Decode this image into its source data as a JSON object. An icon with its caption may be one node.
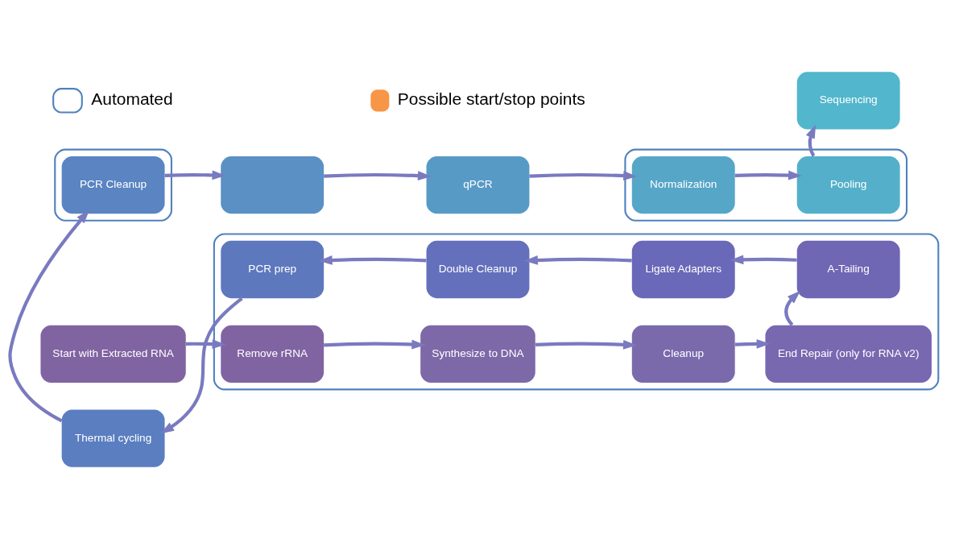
{
  "diagram": {
    "nodes": [
      {
        "text": [
          "Start with Extracted RNA"
        ]
      },
      {
        "text": [],
        "shape": "box"
      },
      {
        "text": [
          "Remove rRNA"
        ],
        "in": 1
      },
      {
        "text": [
          "Synthesize to DNA"
        ],
        "in": 1
      },
      {
        "text": [
          "Cleanup"
        ],
        "in": 1
      },
      {
        "text": [
          "End Repair (only for RNA v2)"
        ],
        "in": 1
      },
      {
        "text": [
          "Thermal cycling"
        ]
      },
      {
        "text": [
          "PCR prep"
        ],
        "in": 1
      },
      {
        "text": [
          "Double Cleanup"
        ],
        "in": 1
      },
      {
        "text": [
          "Ligate Adapters"
        ],
        "in": 1
      },
      {
        "text": [
          "A-Tailing"
        ],
        "in": 1
      },
      {
        "text": [],
        "shape": "box"
      },
      {
        "text": [
          "PCR Cleanup"
        ],
        "in": 11
      },
      {
        "text": [],
        "shape": "box"
      },
      {
        "text": [
          "qPCR"
        ]
      },
      {
        "text": [],
        "shape": "box"
      },
      {
        "text": [
          "Normalization"
        ],
        "in": 15
      },
      {
        "text": [
          "Pooling"
        ],
        "in": 15
      },
      {
        "text": [
          "Sequencing"
        ]
      }
    ],
    "edges": [
      {
        "from": 0,
        "to": 2,
        "arrow": "to"
      },
      {
        "from": 2,
        "to": 3,
        "arrow": "to"
      },
      {
        "from": 3,
        "to": 4,
        "arrow": "to"
      },
      {
        "from": 4,
        "to": 5,
        "arrow": "to"
      },
      {
        "from": 5,
        "to": 10,
        "arrow": "to"
      },
      {
        "from": 10,
        "to": 9,
        "arrow": "to"
      },
      {
        "from": 9,
        "to": 8,
        "arrow": "to"
      },
      {
        "from": 8,
        "to": 7,
        "arrow": "to"
      },
      {
        "from": 7,
        "to": 6,
        "arrow": "to"
      },
      {
        "from": 6,
        "to": 12,
        "arrow": "to"
      },
      {
        "from": 12,
        "to": 13,
        "arrow": "to"
      },
      {
        "from": 13,
        "to": 14,
        "arrow": "to"
      },
      {
        "from": 14,
        "to": 16,
        "arrow": "to"
      },
      {
        "from": 16,
        "to": 17,
        "arrow": "to"
      },
      {
        "from": 17,
        "to": 18,
        "arrow": "to"
      }
    ],
    "legend": [
      {
        "text": "Automated"
      },
      {
        "text": "Possible start/stop points"
      }
    ]
  }
}
